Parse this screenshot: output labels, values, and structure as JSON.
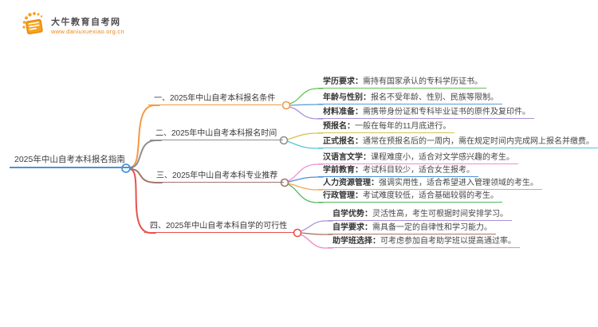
{
  "logo": {
    "title": "大牛教育自考网",
    "url": "www.daniuxuexiao.org.cn",
    "icon_color": "#f7941d"
  },
  "center": {
    "label": "2025年中山自考本科报名指南",
    "color": "#4a94d8"
  },
  "branches": [
    {
      "label": "一、2025年中山自考本科报名条件",
      "color": "#f29b41",
      "children": [
        {
          "term": "学历要求：",
          "desc": "需持有国家承认的专科学历证书。",
          "color": "#6abd5c"
        },
        {
          "term": "年龄与性别：",
          "desc": "报名不受年龄、性别、民族等限制。",
          "color": "#5b9bd8"
        },
        {
          "term": "材料准备：",
          "desc": "需携带身份证和专科毕业证书的原件及复印件。",
          "color": "#a98fd8"
        }
      ]
    },
    {
      "label": "二、2025年中山自考本科报名时间",
      "color": "#8f8f8f",
      "children": [
        {
          "term": "预报名：",
          "desc": "一般在每年的11月底进行。",
          "color": "#d4c452"
        },
        {
          "term": "正式报名：",
          "desc": "通常在预报名后的一周内，需在规定时间内完成网上报名并缴费。",
          "color": "#53c6dd"
        }
      ]
    },
    {
      "label": "三、2025年中山自考本科专业推荐",
      "color": "#a2766d",
      "children": [
        {
          "term": "汉语言文学：",
          "desc": "课程难度小，适合对文学感兴趣的考生。",
          "color": "#ef8fd1"
        },
        {
          "term": "学前教育：",
          "desc": "考试科目较少，适合女生报考。",
          "color": "#4b90d5"
        },
        {
          "term": "人力资源管理：",
          "desc": "强调实用性，适合希望进入管理领域的考生。",
          "color": "#f5a64c"
        },
        {
          "term": "行政管理：",
          "desc": "考试难度较低，适合基础较弱的考生。",
          "color": "#55b85e"
        }
      ]
    },
    {
      "label": "四、2025年中山自考本科自学的可行性",
      "color": "#e8504f",
      "children": [
        {
          "term": "自学优势：",
          "desc": "灵活性高，考生可根据时间安排学习。",
          "color": "#a98fd8"
        },
        {
          "term": "自学要求：",
          "desc": "需具备一定的自律性和学习能力。",
          "color": "#a8766d"
        },
        {
          "term": "助学班选择：",
          "desc": "可考虑参加自考助学班以提高通过率。",
          "color": "#ef87c0"
        }
      ]
    }
  ]
}
